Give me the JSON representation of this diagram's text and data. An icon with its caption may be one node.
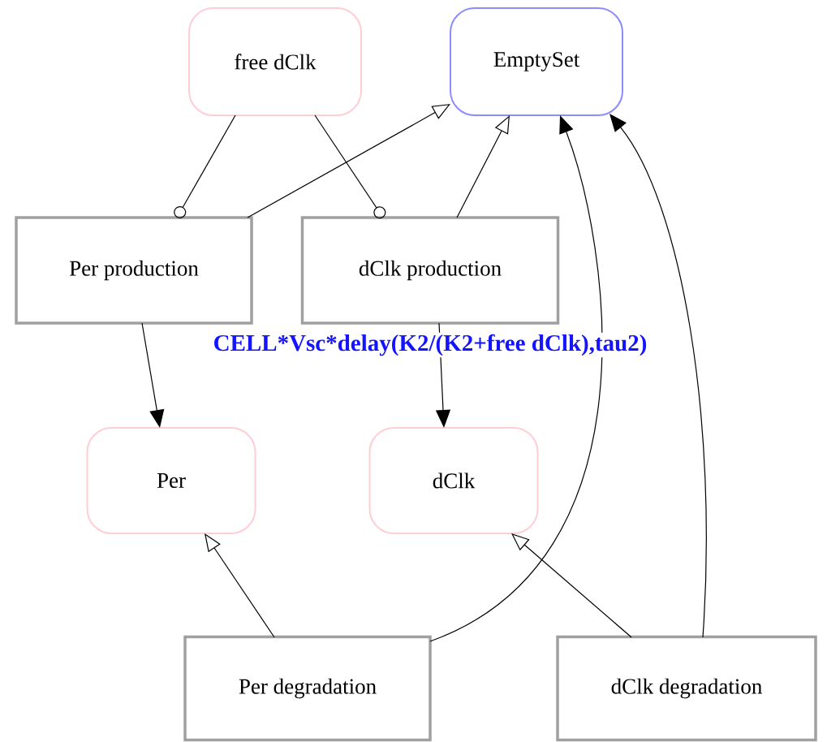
{
  "diagram": {
    "nodes": [
      {
        "text": [
          "free dClk"
        ]
      },
      {
        "text": [
          "EmptySet"
        ]
      },
      {
        "text": [
          "Per production"
        ]
      },
      {
        "text": [
          "dClk production"
        ]
      },
      {
        "text": [
          "Per"
        ]
      },
      {
        "text": [
          "dClk"
        ]
      },
      {
        "text": [
          "Per degradation"
        ]
      },
      {
        "text": [
          "dClk degradation"
        ]
      }
    ],
    "edges": [
      {
        "from": 0,
        "to": 2,
        "arrow": "other"
      },
      {
        "from": 0,
        "to": 3,
        "arrow": "other"
      },
      {
        "from": 2,
        "to": 1,
        "arrow": "to"
      },
      {
        "from": 3,
        "to": 1,
        "arrow": "to"
      },
      {
        "from": 2,
        "to": 4,
        "arrow": "to"
      },
      {
        "from": 3,
        "to": 5,
        "arrow": "to"
      },
      {
        "from": 6,
        "to": 4,
        "arrow": "to"
      },
      {
        "from": 6,
        "to": 1,
        "arrow": "to"
      },
      {
        "from": 7,
        "to": 5,
        "arrow": "to"
      },
      {
        "from": 7,
        "to": 1,
        "arrow": "to"
      }
    ],
    "labels": [
      "CELL*Vsc*delay(K2/(K2+free dClk),tau2)"
    ]
  }
}
